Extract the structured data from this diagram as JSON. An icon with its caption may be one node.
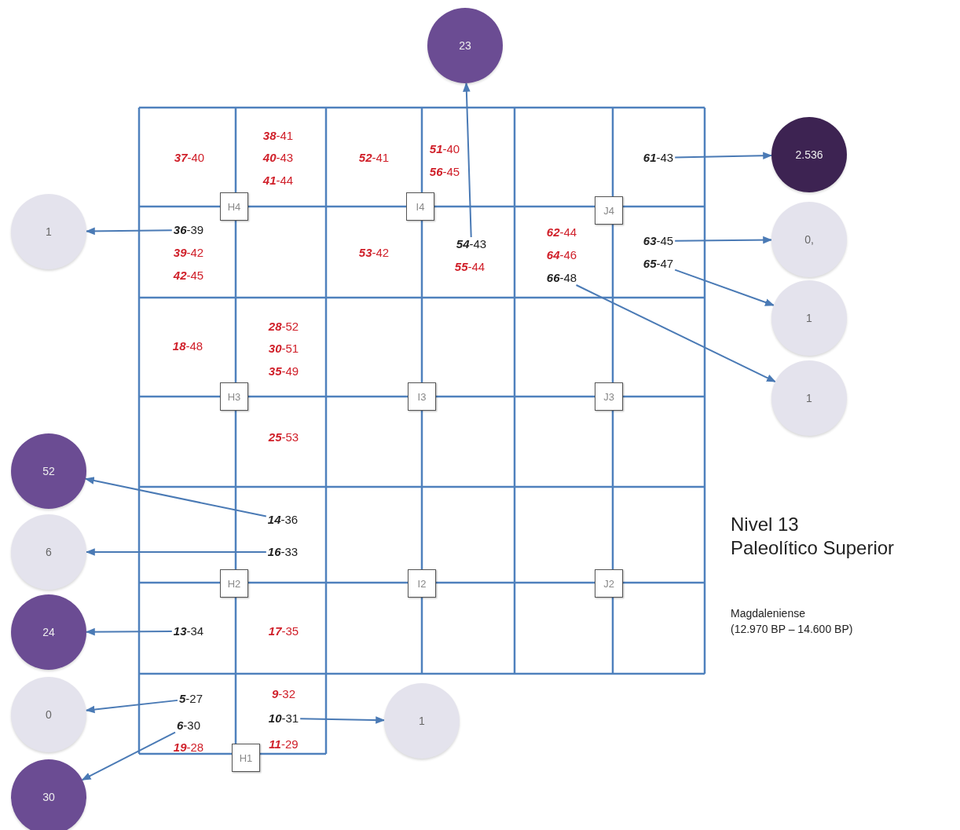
{
  "diagram": {
    "title": "Nivel 13",
    "nodes": [
      {
        "text": [
          "23"
        ]
      },
      {
        "text": [
          "**61**-43"
        ]
      },
      {
        "text": [
          "2.536"
        ]
      },
      {
        "text": [
          "H4"
        ]
      },
      {
        "text": [
          "I4"
        ]
      },
      {
        "text": [
          "J4"
        ]
      },
      {
        "text": [
          "1"
        ]
      },
      {
        "text": [
          "**36**-39"
        ]
      },
      {
        "text": [
          "**54**-43"
        ]
      },
      {
        "text": [
          "**63**-45"
        ]
      },
      {
        "text": [
          "0,"
        ]
      },
      {
        "text": [
          "**65**-47"
        ]
      },
      {
        "text": [
          "**66**-48"
        ]
      },
      {
        "text": [
          "1"
        ]
      },
      {
        "text": [
          "H3"
        ]
      },
      {
        "text": [
          "I3"
        ]
      },
      {
        "text": [
          "J3"
        ]
      },
      {
        "text": [
          "1"
        ]
      },
      {
        "text": [
          "52"
        ]
      },
      {
        "text": [
          "**14**-36"
        ]
      },
      {
        "text": [
          "**16**-33"
        ]
      },
      {
        "text": [
          "6"
        ]
      },
      {
        "text": [
          "H2"
        ]
      },
      {
        "text": [
          "I2"
        ]
      },
      {
        "text": [
          "J2"
        ]
      },
      {
        "text": [
          "24"
        ]
      },
      {
        "text": [
          "**13**-34"
        ]
      },
      {
        "text": [
          "**5**-27"
        ]
      },
      {
        "text": [
          "0"
        ]
      },
      {
        "text": [
          "**6**-30"
        ]
      },
      {
        "text": [
          "**10**-31"
        ]
      },
      {
        "text": [
          "1"
        ]
      },
      {
        "text": [
          "H1"
        ]
      },
      {
        "text": [
          "30"
        ]
      }
    ],
    "edges": [
      {
        "from": 1,
        "to": 2,
        "arrow": "to"
      },
      {
        "from": 7,
        "to": 6,
        "arrow": "to"
      },
      {
        "from": 8,
        "to": 0,
        "arrow": "to"
      },
      {
        "from": 9,
        "to": 10,
        "arrow": "to"
      },
      {
        "from": 11,
        "to": 13,
        "arrow": "to"
      },
      {
        "from": 12,
        "to": 17,
        "arrow": "to"
      },
      {
        "from": 19,
        "to": 18,
        "arrow": "to"
      },
      {
        "from": 20,
        "to": 21,
        "arrow": "to"
      },
      {
        "from": 26,
        "to": 25,
        "arrow": "to"
      },
      {
        "from": 27,
        "to": 28,
        "arrow": "to"
      },
      {
        "from": 29,
        "to": 33,
        "arrow": "to"
      },
      {
        "from": 30,
        "to": 31,
        "arrow": "to"
      }
    ],
    "labels": [
      "**38**-41",
      "**51**-40",
      "**37**-40",
      "**40**-43",
      "**52**-41",
      "**56**-45",
      "**41**-44",
      "**62**-44",
      "**39**-42",
      "**53**-42",
      "**64**-46",
      "**55**-44",
      "**42**-45",
      "**28**-52",
      "**18**-48",
      "**30**-51",
      "**35**-49",
      "**25**-53",
      "**17**-35",
      "**9**-32",
      "**11**-29",
      "**19**-28",
      "Paleolítico Superior",
      "Magdaleniense",
      "(12.970 BP – 14.600 BP)"
    ]
  }
}
